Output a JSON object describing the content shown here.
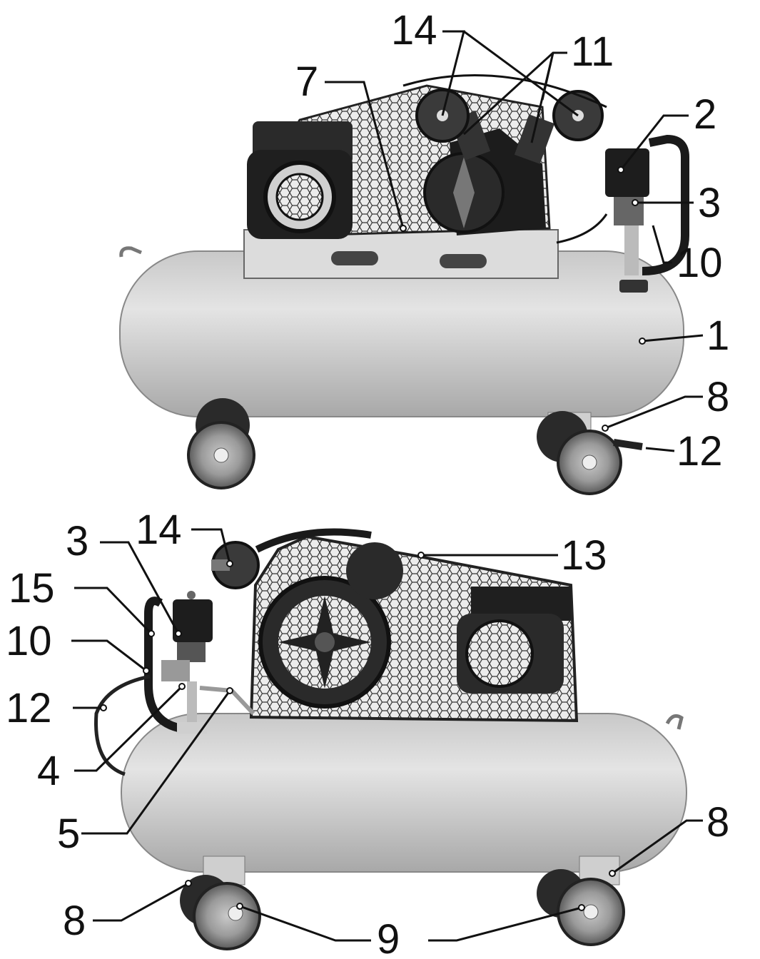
{
  "views": [
    {
      "id": "top-view",
      "callouts": [
        {
          "label": "14"
        },
        {
          "label": "11"
        },
        {
          "label": "7"
        },
        {
          "label": "2"
        },
        {
          "label": "3"
        },
        {
          "label": "10"
        },
        {
          "label": "1"
        },
        {
          "label": "8"
        },
        {
          "label": "12"
        }
      ]
    },
    {
      "id": "bottom-view",
      "callouts": [
        {
          "label": "14"
        },
        {
          "label": "13"
        },
        {
          "label": "3"
        },
        {
          "label": "15"
        },
        {
          "label": "10"
        },
        {
          "label": "12"
        },
        {
          "label": "4"
        },
        {
          "label": "5"
        },
        {
          "label": "8"
        },
        {
          "label": "8"
        },
        {
          "label": "9"
        }
      ]
    }
  ],
  "colors": {
    "tank": "#d2d2d2",
    "tank_shade": "#b4b4b4",
    "metal_dark": "#1e1e1e",
    "metal_mid": "#555555",
    "wheel": "#8a8a8a"
  }
}
